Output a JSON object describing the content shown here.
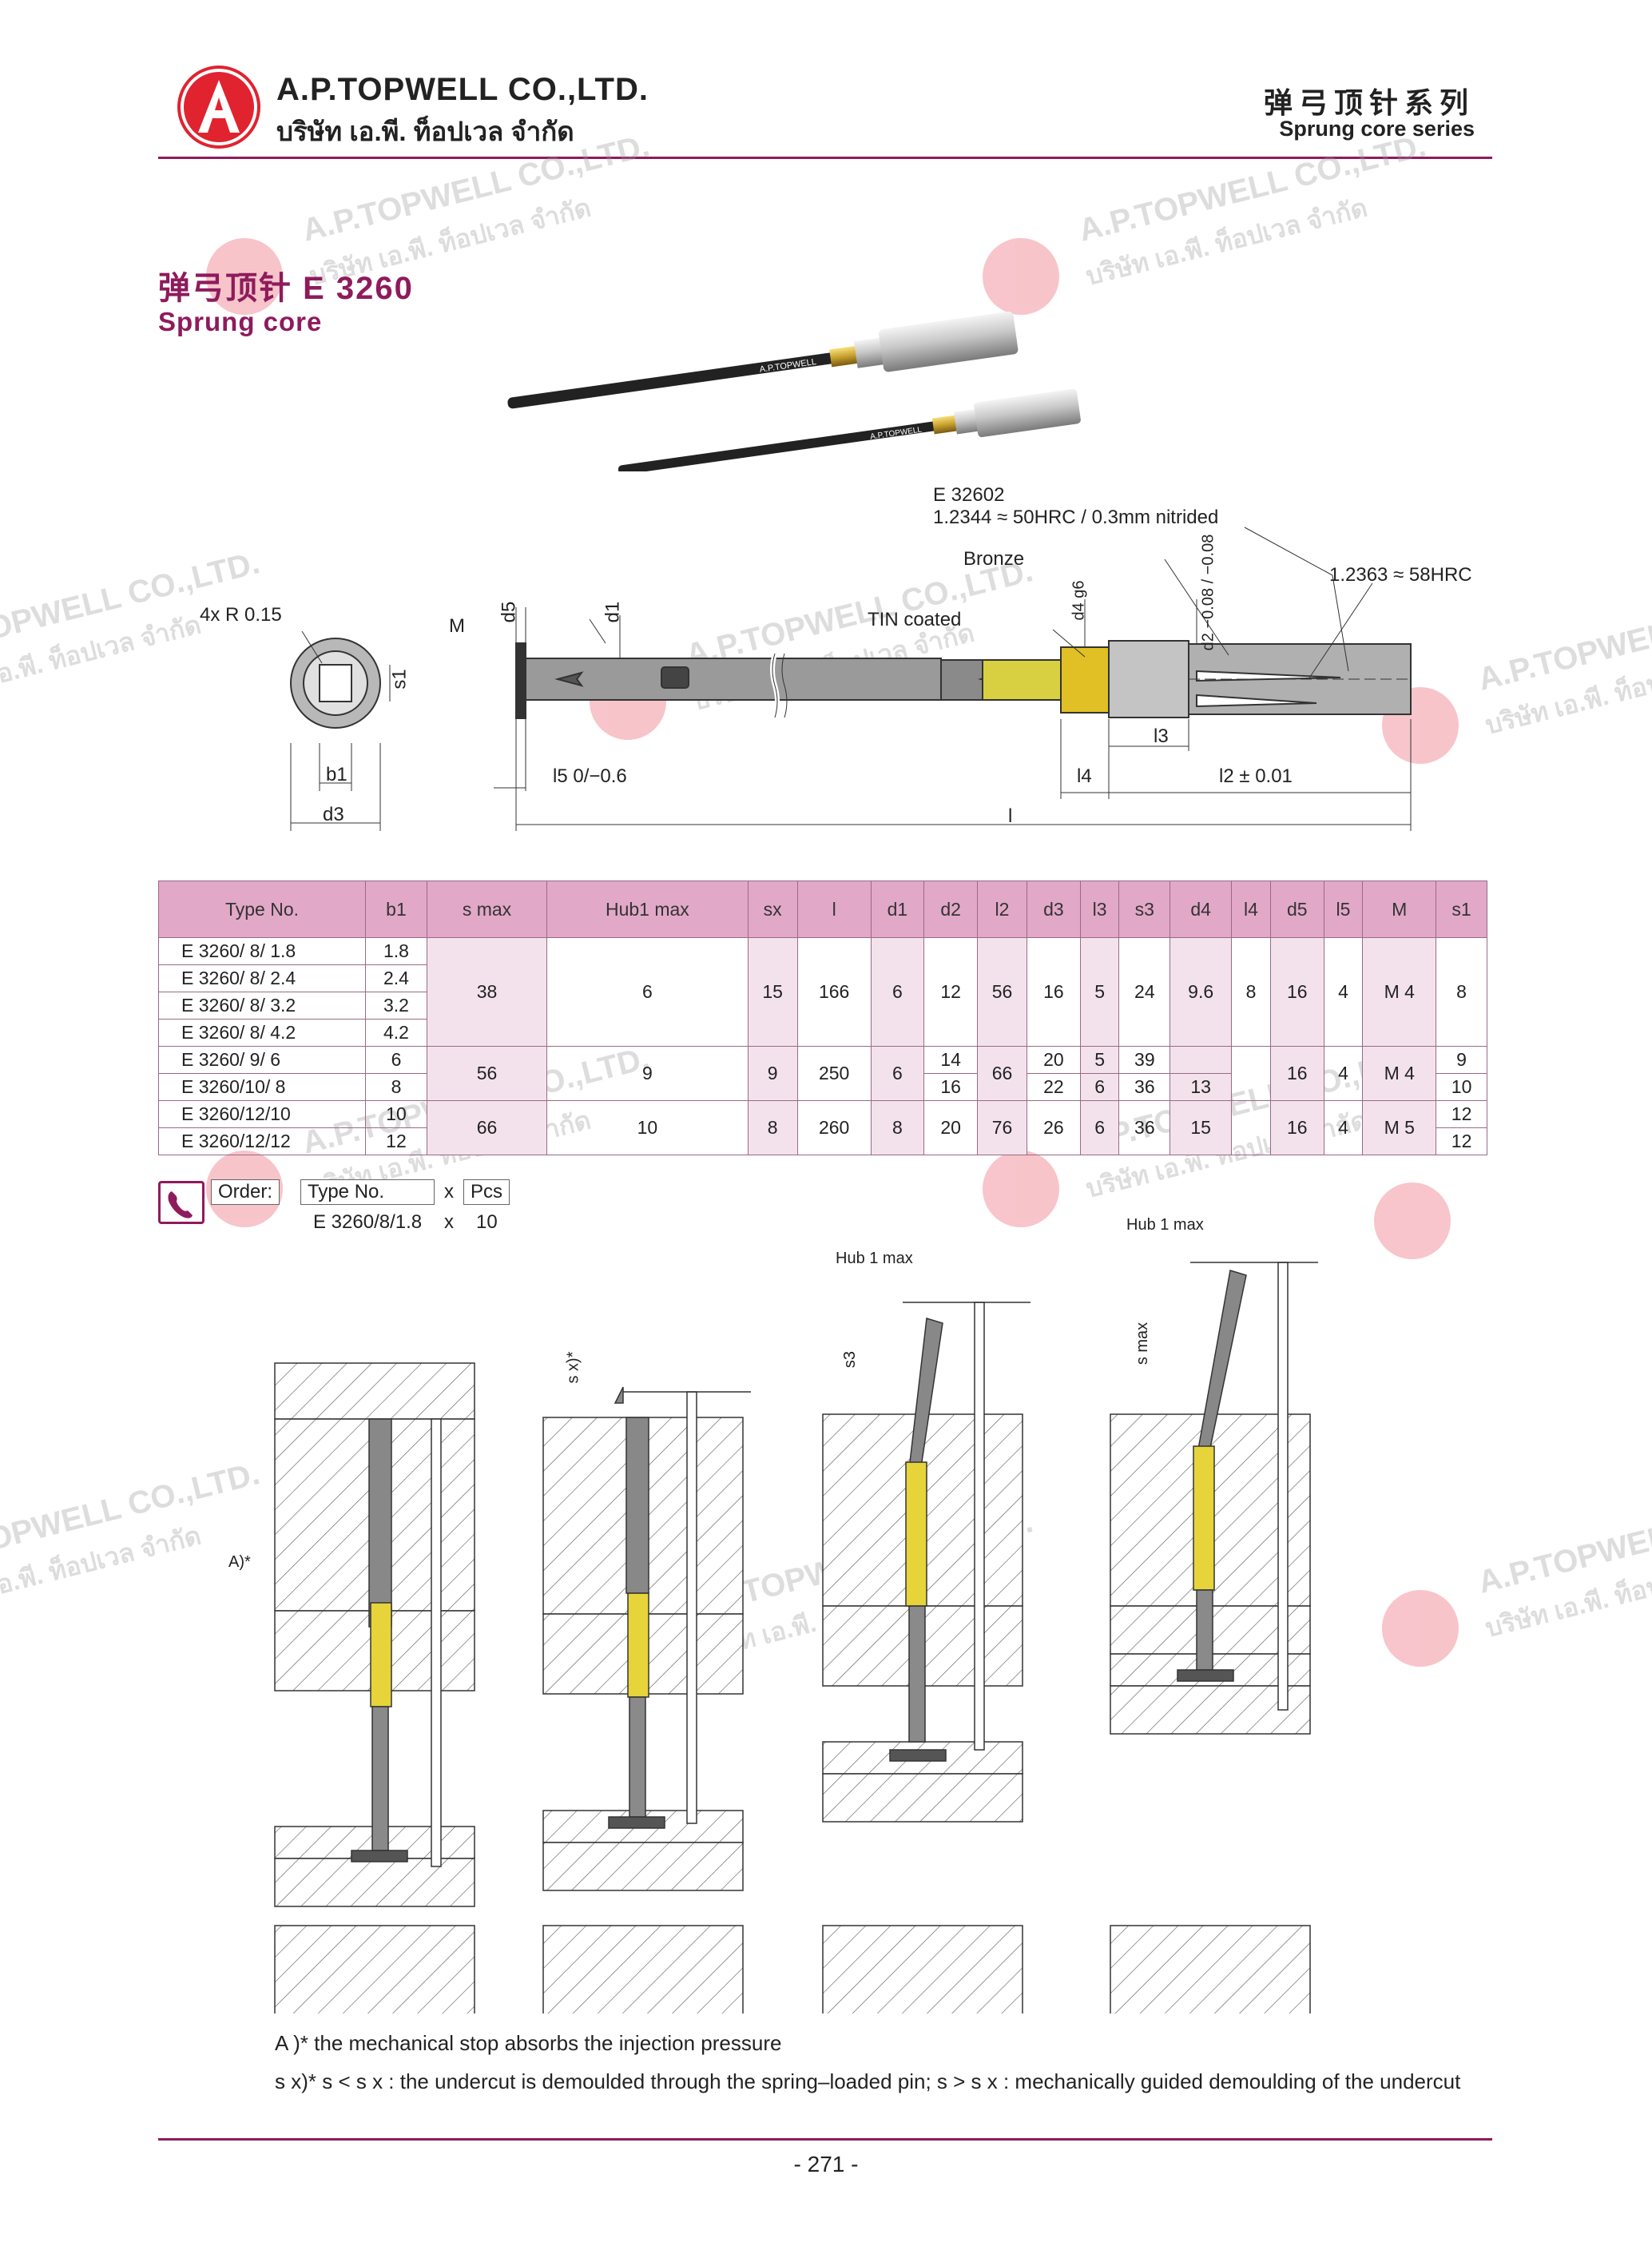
{
  "header": {
    "company_en": "A.P.TOPWELL CO.,LTD.",
    "company_th": "บริษัท เอ.พี. ท็อปเวล จำกัด",
    "series_cn": "弹弓顶针系列",
    "series_en": "Sprung core series"
  },
  "watermark": {
    "text_en": "A.P.TOPWELL CO.,LTD.",
    "text_th": "บริษัท เอ.พี. ท็อปเวล จำกัด"
  },
  "title": {
    "cn": "弹弓顶针  E 3260",
    "en": "Sprung core"
  },
  "photo": {
    "pin_label": "A.P.TOPWELL"
  },
  "drawing": {
    "part_no": "E 32602",
    "material_head": "1.2344 ≈ 50HRC / 0.3mm nitrided",
    "material_body": "1.2363 ≈ 58HRC",
    "bronze": "Bronze",
    "tin": "TIN coated",
    "radius": "4x R 0.15",
    "m": "M",
    "d5": "d5",
    "d1": "d1",
    "d4": "d4 g6",
    "d2": "d2 −0.08 / −0.08",
    "s1": "s1",
    "b1": "b1",
    "d3": "d3",
    "l5": "l5 0/−0.6",
    "l4": "l4",
    "l3": "l3",
    "l2": "l2 ± 0.01",
    "l": "l"
  },
  "table": {
    "headers": [
      "Type No.",
      "b1",
      "s max",
      "Hub1 max",
      "sx",
      "l",
      "d1",
      "d2",
      "l2",
      "d3",
      "l3",
      "s3",
      "d4",
      "l4",
      "d5",
      "l5",
      "M",
      "s1"
    ],
    "group1": {
      "rows": [
        {
          "type": "E 3260/ 8/ 1.8",
          "b1": "1.8"
        },
        {
          "type": "E 3260/ 8/ 2.4",
          "b1": "2.4"
        },
        {
          "type": "E 3260/ 8/ 3.2",
          "b1": "3.2"
        },
        {
          "type": "E 3260/ 8/ 4.2",
          "b1": "4.2"
        }
      ],
      "smax": "38",
      "hub": "6",
      "sx": "15",
      "l": "166",
      "d1": "6",
      "d2": "12",
      "l2": "56",
      "d3": "16",
      "l3": "5",
      "s3": "24",
      "d4": "9.6",
      "l4": "8",
      "d5": "16",
      "l5": "4",
      "m": "M 4",
      "s1": "8"
    },
    "group2": {
      "rows": [
        {
          "type": "E 3260/ 9/ 6",
          "b1": "6",
          "d2": "14",
          "d3": "20",
          "l3": "5",
          "s3": "39",
          "d4": "",
          "s1": "9"
        },
        {
          "type": "E 3260/10/ 8",
          "b1": "8",
          "d2": "16",
          "d3": "22",
          "l3": "6",
          "s3": "36",
          "d4": "13",
          "s1": "10"
        }
      ],
      "smax": "56",
      "hub": "9",
      "sx": "9",
      "l": "250",
      "d1": "6",
      "l2": "66",
      "l4": "",
      "d5": "16",
      "l5": "4",
      "m": "M 4"
    },
    "group3": {
      "rows": [
        {
          "type": "E 3260/12/10",
          "b1": "10",
          "s1": "12"
        },
        {
          "type": "E 3260/12/12",
          "b1": "12",
          "s1": "12"
        }
      ],
      "smax": "66",
      "hub": "10",
      "sx": "8",
      "l": "260",
      "d1": "8",
      "d2": "20",
      "l2": "76",
      "d3": "26",
      "l3": "6",
      "s3": "36",
      "d4": "15",
      "l4": "",
      "d5": "16",
      "l5": "4",
      "m": "M 5"
    }
  },
  "order": {
    "label": "Order:",
    "type_label": "Type No.",
    "x": "x",
    "pcs": "Pcs",
    "example_type": "E 3260/8/1.8",
    "example_qty": "10"
  },
  "stages": {
    "a_label": "A)*",
    "sx_label": "s x)*",
    "hub1": "Hub 1 max",
    "s3": "s3",
    "hub2": "Hub 1 max",
    "smax": "s max"
  },
  "notes": {
    "note_a": "A )*  the mechanical stop absorbs the injection pressure",
    "note_sx": "s x)*  s < s x : the undercut is demoulded through the spring–loaded pin; s > s x : mechanically guided demoulding of the undercut"
  },
  "page_number": "- 271 -"
}
